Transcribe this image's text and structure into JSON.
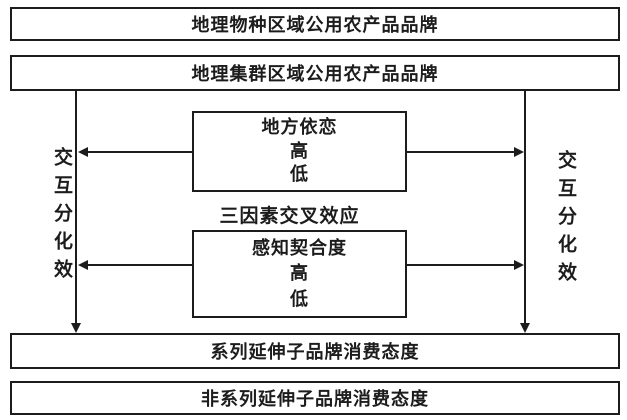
{
  "diagram": {
    "top_boxes": [
      {
        "label": "地理物种区域公用农产品品牌"
      },
      {
        "label": "地理集群区域公用农产品品牌"
      }
    ],
    "factor_boxes": [
      {
        "title": "地方依恋",
        "high": "高",
        "low": "低"
      },
      {
        "title": "感知契合度",
        "high": "高",
        "low": "低"
      }
    ],
    "center_label": "三因素交叉效应",
    "side_labels": {
      "left": "交互分化效",
      "right": "交互分化效"
    },
    "bottom_boxes": [
      {
        "label": "系列延伸子品牌消费态度"
      },
      {
        "label": "非系列延伸子品牌消费态度"
      }
    ],
    "colors": {
      "line": "#1c1c1c",
      "background": "#ffffff"
    }
  }
}
